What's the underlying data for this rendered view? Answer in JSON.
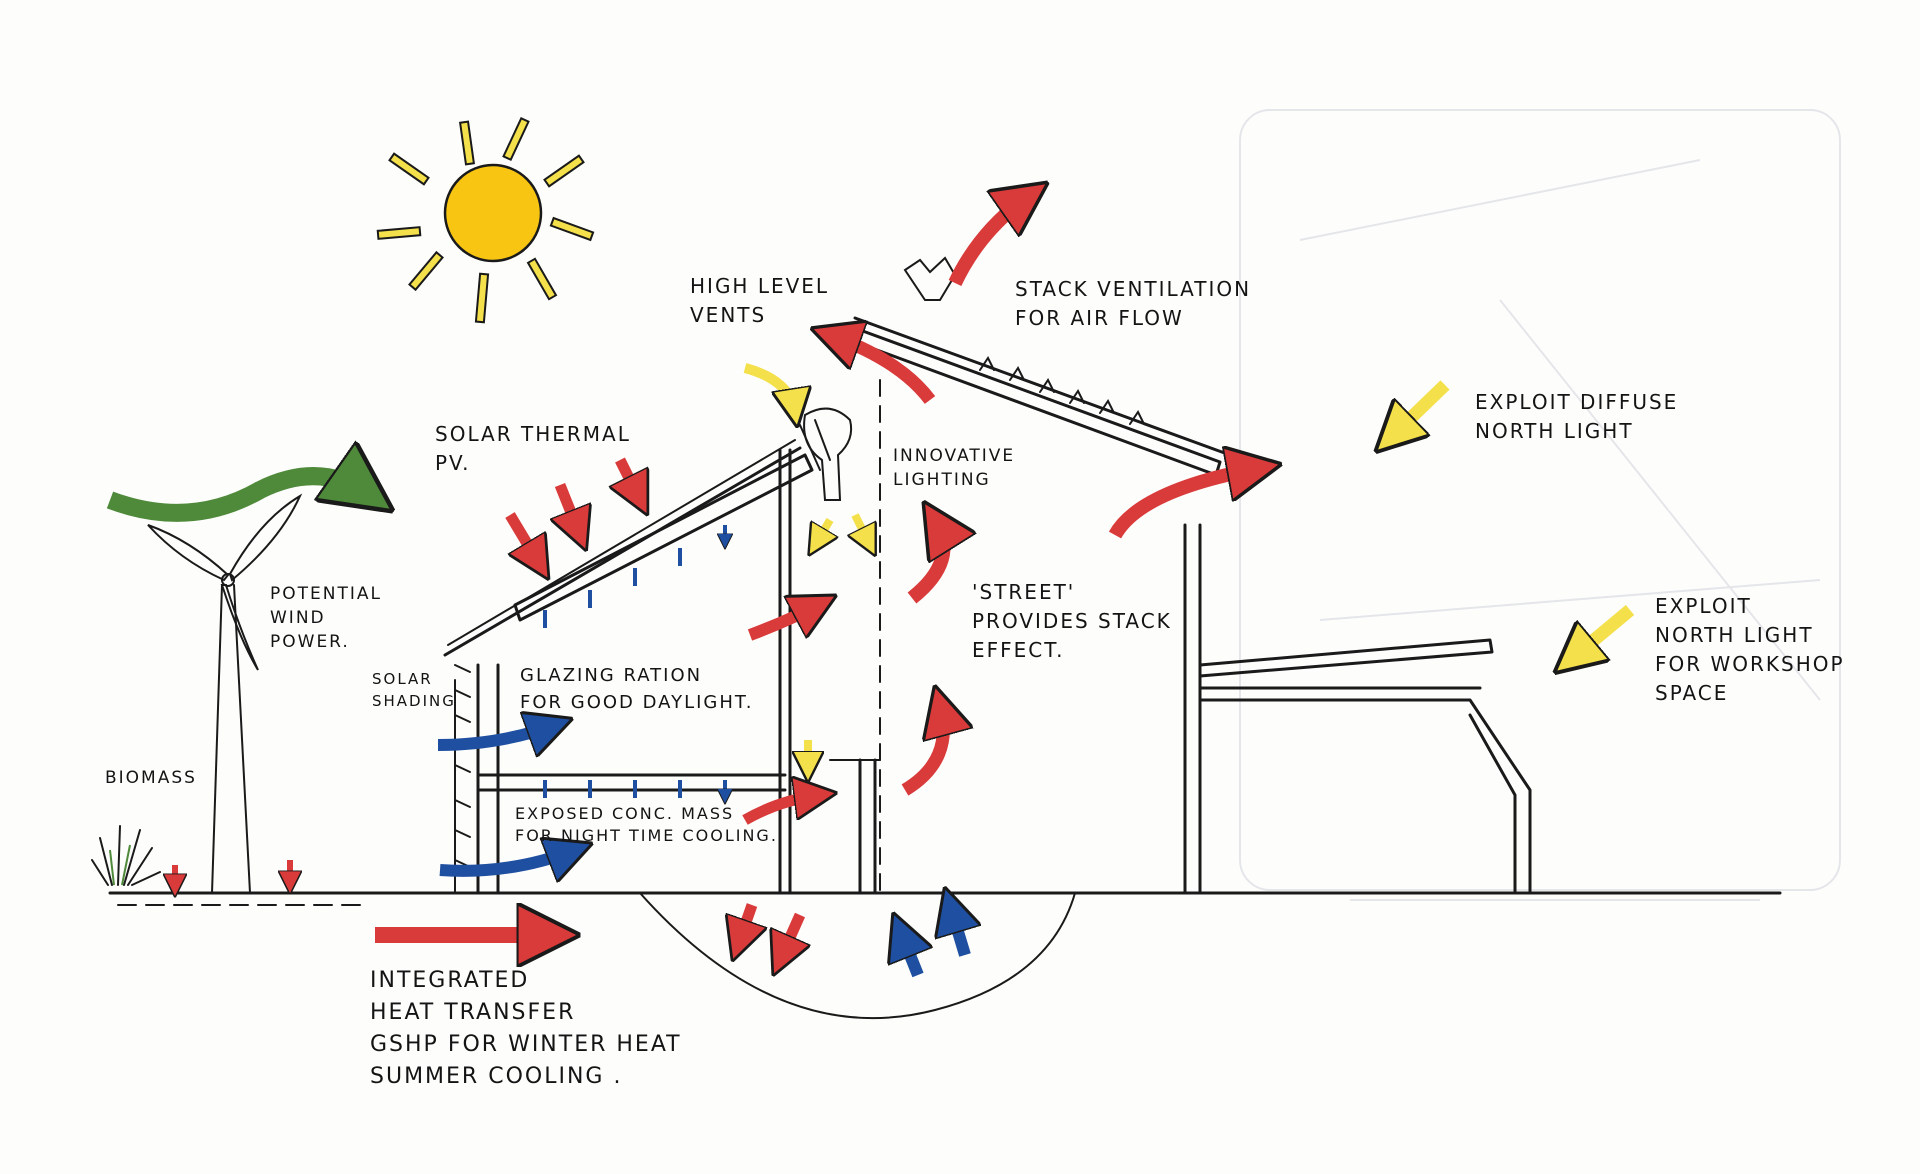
{
  "colors": {
    "sun": "#f7c512",
    "heat_arrow": "#d93a3a",
    "cool_arrow": "#1f4fa0",
    "wind_arrow": "#4e8a3a",
    "light_arrow": "#f4e04a",
    "ink": "#1a1a1a"
  },
  "labels": {
    "high_level_vents": "HIGH LEVEL\nVENTS",
    "stack_ventilation": "STACK VENTILATION\nFOR AIR FLOW",
    "exploit_diffuse": "EXPLOIT DIFFUSE\nNORTH LIGHT",
    "exploit_north_workshop": "EXPLOIT\nNORTH LIGHT\nFOR WORKSHOP\nSPACE",
    "solar_thermal_pv": "SOLAR THERMAL\nPV.",
    "innovative_lighting": "INNOVATIVE\nLIGHTING",
    "potential_wind_power": "POTENTIAL\nWIND\nPOWER.",
    "street_stack": "'STREET'\nPROVIDES STACK\nEFFECT.",
    "solar_shading": "SOLAR\nSHADING",
    "glazing_ratio": "GLAZING RATION\nFOR GOOD DAYLIGHT.",
    "biomass": "BIOMASS",
    "exposed_conc": "EXPOSED CONC. MASS\nFOR NIGHT TIME COOLING.",
    "integrated_heat": "INTEGRATED\nHEAT TRANSFER\nGSHP FOR WINTER HEAT\nSUMMER COOLING ."
  }
}
